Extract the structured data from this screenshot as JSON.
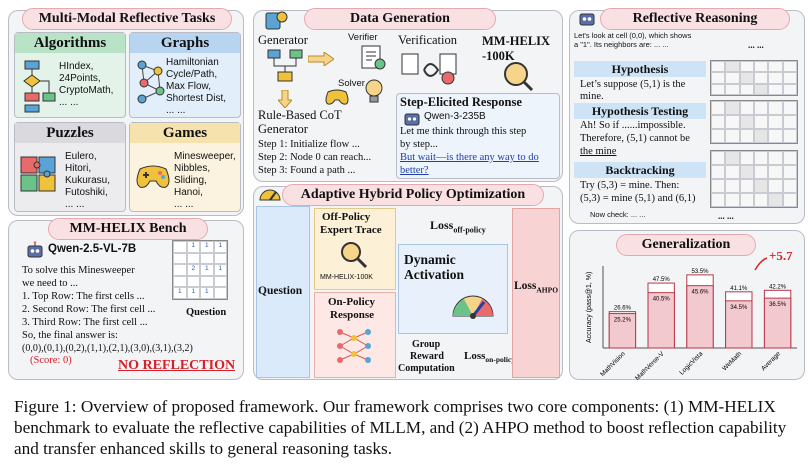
{
  "panels": {
    "tasks": {
      "title": "Multi-Modal Reflective Tasks",
      "algorithms": {
        "title": "Algorithms",
        "lines": [
          "HIndex,",
          "24Points,",
          "CryptoMath,",
          "... ..."
        ]
      },
      "graphs": {
        "title": "Graphs",
        "lines": [
          "Hamiltonian",
          "Cycle/Path,",
          "Max Flow,",
          "Shortest Dist,",
          "... ..."
        ]
      },
      "puzzles": {
        "title": "Puzzles",
        "lines": [
          "Eulero,",
          "Hitori,",
          "Kukurasu,",
          "Futoshiki,",
          "... ..."
        ]
      },
      "games": {
        "title": "Games",
        "lines": [
          "Minesweeper,",
          "Nibbles,",
          "Sliding,",
          "Hanoi,",
          "... ..."
        ]
      }
    },
    "bench": {
      "title": "MM-HELIX Bench",
      "model": "Qwen-2.5-VL-7B",
      "lines": [
        "To solve this Minesweeper",
        "we need to ...",
        "1. Top Row: The first cells ...",
        "2. Second Row: The first cell ...",
        "3. Third Row: The first cell ...",
        "So, the final answer is:",
        "(0,0),(0,1),(0,2),(1,1),(2,1),(3,0),(3,1),(3,2)"
      ],
      "score": "(Score: 0)",
      "question_label": "Question",
      "verdict": "NO REFLECTION"
    },
    "datagen": {
      "title": "Data Generation",
      "generator": "Generator",
      "verifier": "Verifier",
      "solver": "Solver",
      "verification": "Verification",
      "dataset_line1": "MM-HELIX",
      "dataset_line2": "-100K",
      "cot_title_1": "Rule-Based CoT",
      "cot_title_2": "Generator",
      "cot_steps": [
        "Step 1: Initialize flow ...",
        "Step 2: Node 0 can reach...",
        "Step 3: Found a path ..."
      ],
      "step_title": "Step-Elicited Response",
      "step_model": "Qwen-3-235B",
      "step_lines": [
        "Let me think through this step",
        "by step..."
      ],
      "step_wait": "But wait—is there any way to do better?",
      "step_end": "... ..."
    },
    "ahpo": {
      "title": "Adaptive Hybrid Policy Optimization",
      "question": "Question",
      "offpolicy": [
        "Off-Policy",
        "Expert Trace"
      ],
      "dataset_small": "MM-HELIX-100K",
      "onpolicy": [
        "On-Policy",
        "Response"
      ],
      "loss_off_main": "Loss",
      "loss_off_sub": "off-policy",
      "dynamic": [
        "Dynamic",
        "Activation"
      ],
      "group": [
        "Group",
        "Reward",
        "Computation"
      ],
      "loss_on_main": "Loss",
      "loss_on_sub": "on-policy",
      "loss_ahpo_main": "Loss",
      "loss_ahpo_sub": "AHPO"
    },
    "reflect": {
      "title": "Reflective Reasoning",
      "intro": [
        "Let's look at cell (0,0), which shows",
        "a \"1\". Its neighbors are: ... ..."
      ],
      "ellipsis": "... ...",
      "hyp_title": "Hypothesis",
      "hyp_text": [
        "Let’s suppose (5,1) is the",
        "mine."
      ],
      "test_title": "Hypothesis Testing",
      "test_text": [
        "Ah! So if ......impossible.",
        "Therefore, (5,1) cannot be",
        "the mine"
      ],
      "back_title": "Backtracking",
      "back_text": [
        "Try (5,3) = mine. Then:",
        "(5,3) = mine (5,1) and (6,1)"
      ],
      "now_check": "Now check: ... ..."
    }
  },
  "chart_data": {
    "type": "bar",
    "title": "Generalization",
    "ylabel": "Accuracy (pass@1, %)",
    "categories": [
      "MathVision",
      "MathVerse-V",
      "LogicVista",
      "WeMath",
      "Average"
    ],
    "series": [
      {
        "values": [
          25.2,
          40.5,
          45.6,
          34.5,
          36.5
        ]
      },
      {
        "values": [
          26.6,
          47.5,
          53.5,
          41.1,
          42.2
        ]
      }
    ],
    "ylim": [
      0,
      60
    ],
    "annotation": "+5.7",
    "colors": {
      "base": "#f2c9cf",
      "improved": "#ffffff",
      "edge": "#b8374a",
      "annotation": "#d8202a"
    }
  },
  "caption": "Figure 1: Overview of proposed framework. Our framework comprises two core components: (1) MM-HELIX benchmark to evaluate the reflective capabilities of MLLM, and (2) AHPO method to boost reflection capability and transfer enhanced skills to general reasoning tasks."
}
